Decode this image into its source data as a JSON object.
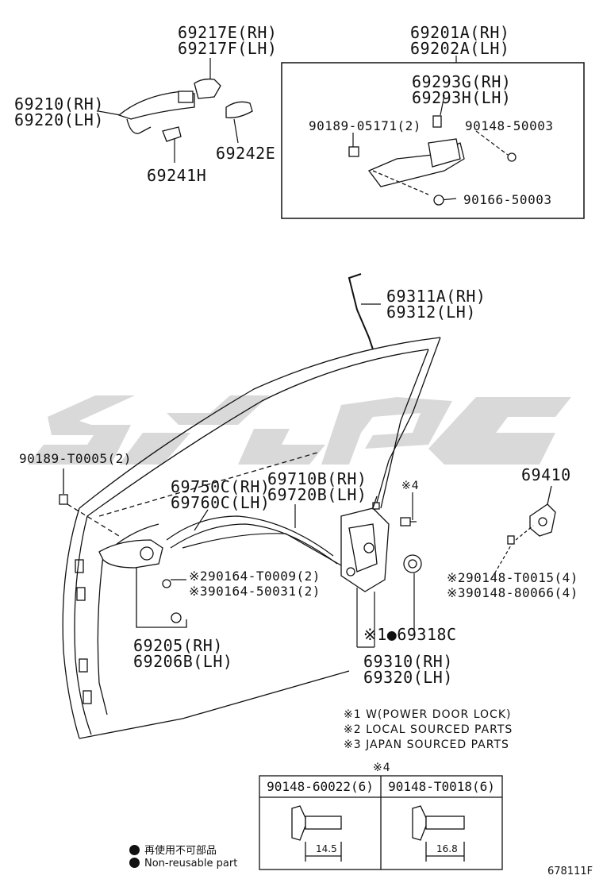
{
  "labels": {
    "p69217": [
      "69217E(RH)",
      "69217F(LH)"
    ],
    "p69210": [
      "69210(RH)",
      "69220(LH)"
    ],
    "p69241": "69241H",
    "p69242": "69242E",
    "p69201": [
      "69201A(RH)",
      "69202A(LH)"
    ],
    "p69293": [
      "69293G(RH)",
      "69293H(LH)"
    ],
    "p90189a": "90189-05171(2)",
    "p90148a": "90148-50003",
    "p90166": "90166-50003",
    "p69311": [
      "69311A(RH)",
      "69312(LH)"
    ],
    "p90189b": "90189-T0005(2)",
    "p69750": [
      "69750C(RH)",
      "69760C(LH)"
    ],
    "p69710": [
      "69710B(RH)",
      "69720B(LH)"
    ],
    "p69410": "69410",
    "mark4": "※4",
    "p90164": [
      "※290164-T0009(2)",
      "※390164-50031(2)"
    ],
    "p90148b": [
      "※290148-T0015(4)",
      "※390148-80066(4)"
    ],
    "p69318": "※1●69318C",
    "p69205": [
      "69205(RH)",
      "69206B(LH)"
    ],
    "p69310": [
      "69310(RH)",
      "69320(LH)"
    ]
  },
  "notes": [
    "※1 W(POWER DOOR LOCK)",
    "※2 LOCAL SOURCED PARTS",
    "※3 JAPAN SOURCED PARTS"
  ],
  "table": {
    "mark": "※4",
    "headers": [
      "90148-60022(6)",
      "90148-T0018(6)"
    ],
    "dims": [
      "14.5",
      "16.8"
    ]
  },
  "legend": [
    "再使用不可部品",
    "Non-reusable part"
  ],
  "figure_id": "678111F"
}
